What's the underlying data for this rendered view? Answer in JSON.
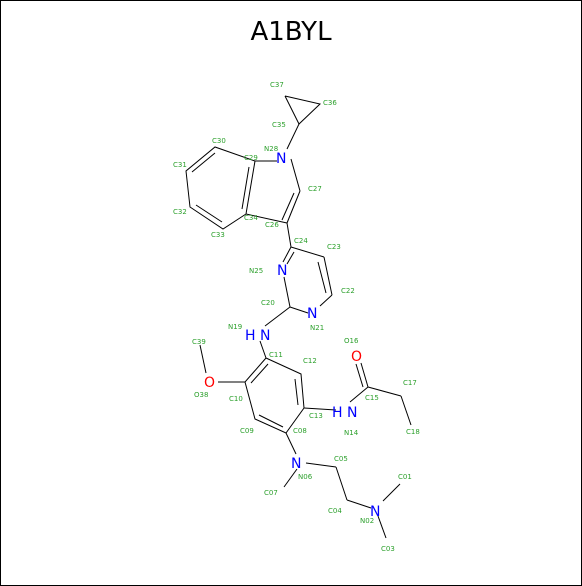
{
  "title": "A1BYL",
  "colors": {
    "label": "#2ca02c",
    "nitrogen": "#0000ff",
    "oxygen": "#ff0000",
    "bond": "#000000"
  },
  "atoms": {
    "n28": "N",
    "n25": "N",
    "n21": "N",
    "n19": "H N",
    "n14": "H N",
    "n06": "N",
    "n02": "N",
    "o38": "O",
    "o16": "O"
  },
  "labels": {
    "C37": "C37",
    "C36": "C36",
    "C35": "C35",
    "N28": "N28",
    "C29": "C29",
    "C30": "C30",
    "C31": "C31",
    "C32": "C32",
    "C33": "C33",
    "C34": "C34",
    "C26": "C26",
    "C27": "C27",
    "C24": "C24",
    "C23": "C23",
    "N25": "N25",
    "C22": "C22",
    "C20": "C20",
    "N21": "N21",
    "N19": "N19",
    "C39": "C39",
    "C11": "C11",
    "C12": "C12",
    "O16": "O16",
    "O38": "O38",
    "C10": "C10",
    "C13": "C13",
    "C15": "C15",
    "C17": "C17",
    "C09": "C09",
    "C08": "C08",
    "N14": "N14",
    "C18": "C18",
    "C05": "C05",
    "N06": "N06",
    "C01": "C01",
    "C07": "C07",
    "C04": "C04",
    "N02": "N02",
    "C03": "C03"
  }
}
